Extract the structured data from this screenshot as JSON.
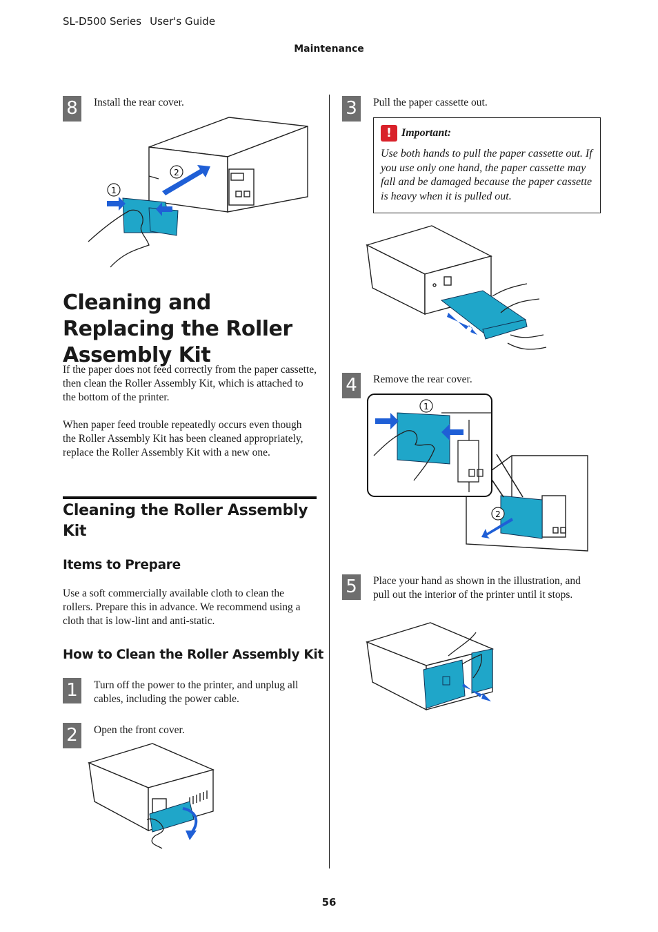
{
  "header": {
    "series": "SL-D500 Series",
    "guide": "User's Guide",
    "section": "Maintenance"
  },
  "footer": {
    "page_number": "56"
  },
  "left": {
    "step8": {
      "num": "8",
      "text": "Install the rear cover."
    },
    "title": "Cleaning and Replacing the Roller Assembly Kit",
    "intro_p1": "If the paper does not feed correctly from the paper cassette, then clean the Roller Assembly Kit, which is attached to the bottom of the printer.",
    "intro_p2": "When paper feed trouble repeatedly occurs even though the Roller Assembly Kit has been cleaned appropriately, replace the Roller Assembly Kit with a new one.",
    "section_title": "Cleaning the Roller Assembly Kit",
    "items_heading": "Items to Prepare",
    "items_text": "Use a soft commercially available cloth to clean the rollers. Prepare this in advance. We recommend using a cloth that is low-lint and anti-static.",
    "how_heading": "How to Clean the Roller Assembly Kit",
    "step1": {
      "num": "1",
      "text": "Turn off the power to the printer, and unplug all cables, including the power cable."
    },
    "step2": {
      "num": "2",
      "text": "Open the front cover."
    }
  },
  "right": {
    "step3": {
      "num": "3",
      "text": "Pull the paper cassette out."
    },
    "important": {
      "icon": "!",
      "title": "Important:",
      "text": "Use both hands to pull the paper cassette out. If you use only one hand, the paper cassette may fall and be damaged because the paper cassette is heavy when it is pulled out."
    },
    "step4": {
      "num": "4",
      "text": "Remove the rear cover."
    },
    "step5": {
      "num": "5",
      "text": "Place your hand as shown in the illustration, and pull out the interior of the printer until it stops."
    }
  },
  "callouts": {
    "one": "1",
    "two": "2"
  },
  "colors": {
    "accent_cyan": "#1fa6c9",
    "arrow_blue": "#1f5fd6",
    "step_gray": "#6e6e6e",
    "important_red": "#d9212a"
  }
}
